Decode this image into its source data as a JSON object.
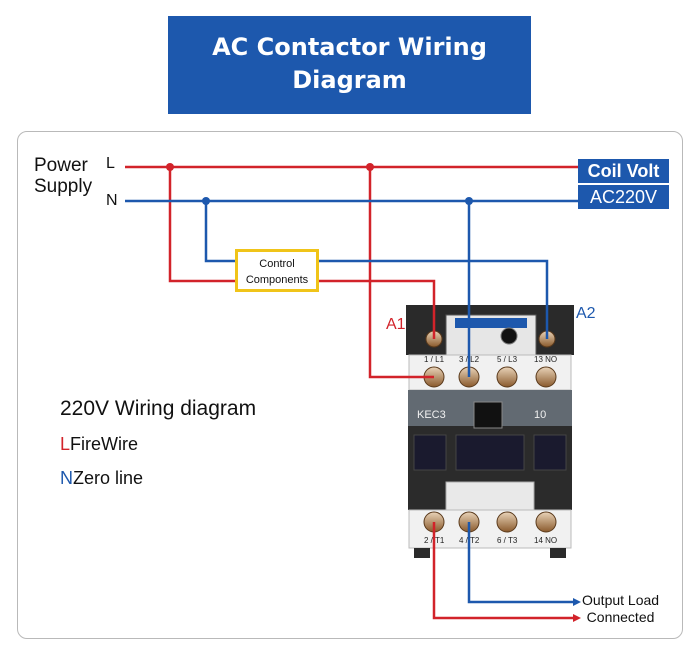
{
  "header": {
    "title_line1": "AC Contactor Wiring",
    "title_line2": "Diagram"
  },
  "power_supply": {
    "line1": "Power",
    "line2": "Supply",
    "live": "L",
    "neutral": "N"
  },
  "coil": {
    "label": "Coil Volt",
    "voltage": "AC220V"
  },
  "control_box": {
    "line1": "Control",
    "line2": "Components"
  },
  "terminals": {
    "a1": "A1",
    "a2": "A2"
  },
  "contactor": {
    "model": "KEC3",
    "rating": "10",
    "top_terminals": [
      "1 / L1",
      "3 / L2",
      "5 / L3",
      "13 NO"
    ],
    "bottom_terminals": [
      "2 / T1",
      "4 / T2",
      "6 / T3",
      "14 NO"
    ]
  },
  "legend": {
    "title": "220V Wiring diagram",
    "l_key": "L",
    "l_text": "FireWire",
    "n_key": "N",
    "n_text": "Zero line"
  },
  "output": {
    "line1": "Output Load",
    "line2": "Connected"
  },
  "colors": {
    "live_wire": "#d2232a",
    "neutral_wire": "#1d58ad",
    "banner": "#1d58ad",
    "control_border": "#f0c419"
  }
}
